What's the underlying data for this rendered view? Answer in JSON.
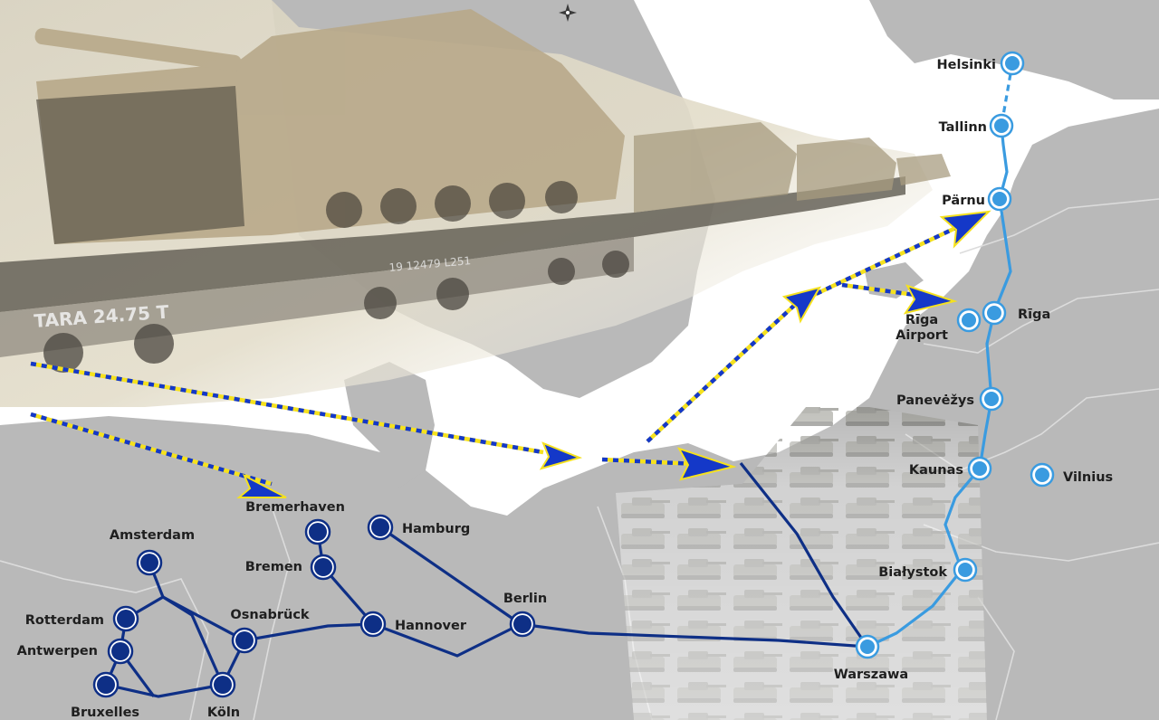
{
  "map": {
    "colors": {
      "land": "#b6b6b6",
      "sea": "#ffffff",
      "west_route": "#0e2f86",
      "east_route": "#3a9be0",
      "arrow_yellow": "#f5e11e",
      "arrow_blue": "#1438c8"
    },
    "stations": [
      {
        "id": "helsinki",
        "name": "Helsinki",
        "network": "east"
      },
      {
        "id": "tallinn",
        "name": "Tallinn",
        "network": "east"
      },
      {
        "id": "parnu",
        "name": "Pärnu",
        "network": "east"
      },
      {
        "id": "riga",
        "name": "Rīga",
        "network": "east"
      },
      {
        "id": "riga-airport",
        "name": "Rīga\nAirport",
        "network": "east"
      },
      {
        "id": "panevezys",
        "name": "Panevėžys",
        "network": "east"
      },
      {
        "id": "kaunas",
        "name": "Kaunas",
        "network": "east"
      },
      {
        "id": "vilnius",
        "name": "Vilnius",
        "network": "east"
      },
      {
        "id": "bialystok",
        "name": "Białystok",
        "network": "east"
      },
      {
        "id": "warszawa",
        "name": "Warszawa",
        "network": "east"
      },
      {
        "id": "bremerhaven",
        "name": "Bremerhaven",
        "network": "west"
      },
      {
        "id": "hamburg",
        "name": "Hamburg",
        "network": "west"
      },
      {
        "id": "bremen",
        "name": "Bremen",
        "network": "west"
      },
      {
        "id": "amsterdam",
        "name": "Amsterdam",
        "network": "west"
      },
      {
        "id": "rotterdam",
        "name": "Rotterdam",
        "network": "west"
      },
      {
        "id": "antwerpen",
        "name": "Antwerpen",
        "network": "west"
      },
      {
        "id": "osnabruck",
        "name": "Osnabrück",
        "network": "west"
      },
      {
        "id": "hannover",
        "name": "Hannover",
        "network": "west"
      },
      {
        "id": "berlin",
        "name": "Berlin",
        "network": "west"
      },
      {
        "id": "bruxelles",
        "name": "Bruxelles",
        "network": "west"
      },
      {
        "id": "koln",
        "name": "Köln",
        "network": "west"
      }
    ],
    "wagon_markings": {
      "tara": "TARA 24.75 T",
      "number": "19 12479 L251"
    },
    "icons": [
      "wind-rose-icon",
      "train-photo",
      "tank-formation-photo"
    ]
  }
}
